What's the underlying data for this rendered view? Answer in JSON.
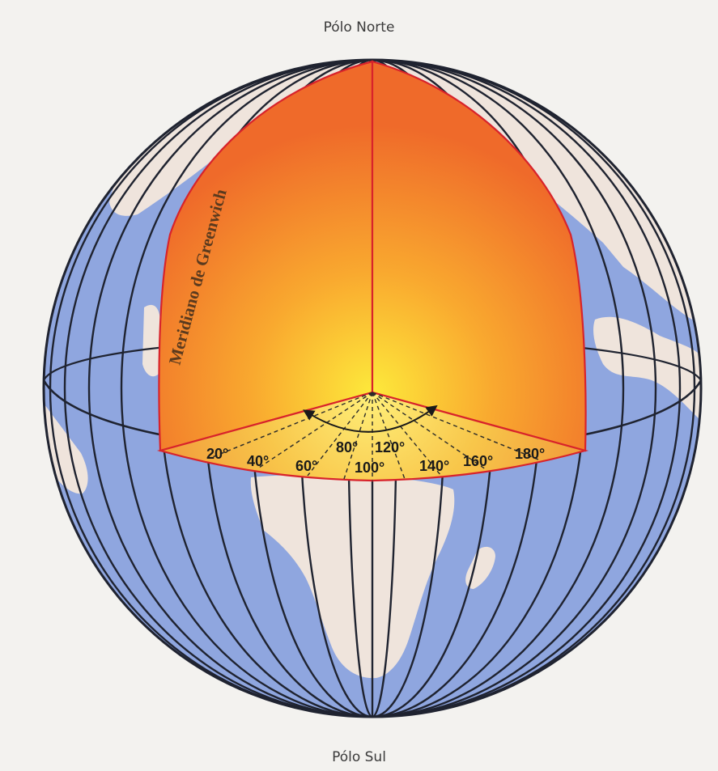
{
  "labels": {
    "north_pole": "Pólo Norte",
    "south_pole": "Pólo Sul",
    "greenwich": "Meridiano de Greenwich"
  },
  "angle_labels": [
    "20°",
    "40°",
    "60°",
    "80°",
    "100°",
    "120°",
    "140°",
    "160°",
    "180°"
  ],
  "colors": {
    "ocean": "#8fa6df",
    "land": "#efe4dc",
    "grid": "#1f2330",
    "plane_edge": "#d8232b",
    "plane_center": "#fde93b",
    "plane_outer": "#ef6a2a",
    "background": "#f3f2ef"
  }
}
